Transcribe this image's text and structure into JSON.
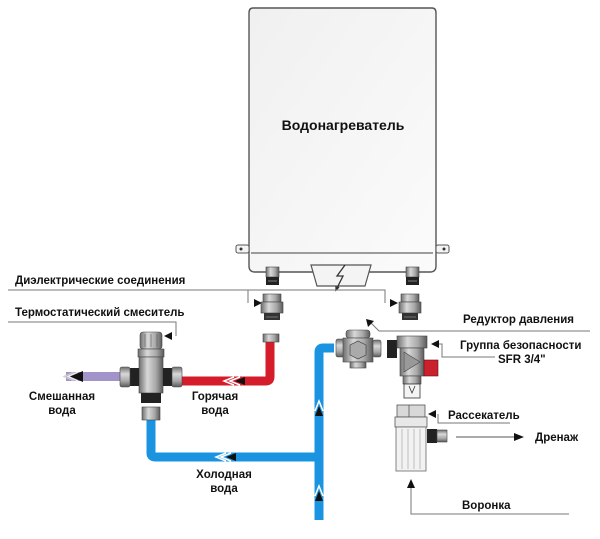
{
  "heater": {
    "label": "Водонагреватель"
  },
  "labels": {
    "dielectric": "Диэлектрические соединения",
    "thermo_mixer": "Термостатический смеситель",
    "pressure_reducer": "Редуктор давления",
    "safety_group_line1": "Группа безопасности",
    "safety_group_line2": "SFR 3/4\"",
    "mixed_water_line1": "Смешанная",
    "mixed_water_line2": "вода",
    "hot_water_line1": "Горячая",
    "hot_water_line2": "вода",
    "cold_water_line1": "Холодная",
    "cold_water_line2": "вода",
    "splitter": "Рассекатель",
    "drain": "Дренаж",
    "funnel": "Воронка"
  },
  "colors": {
    "hot_pipe": "#d41c2a",
    "cold_pipe": "#1a94e0",
    "mixed_pipe": "#a294c8",
    "heater_body": "#f2f2f2",
    "valve_red": "#c8202c"
  }
}
